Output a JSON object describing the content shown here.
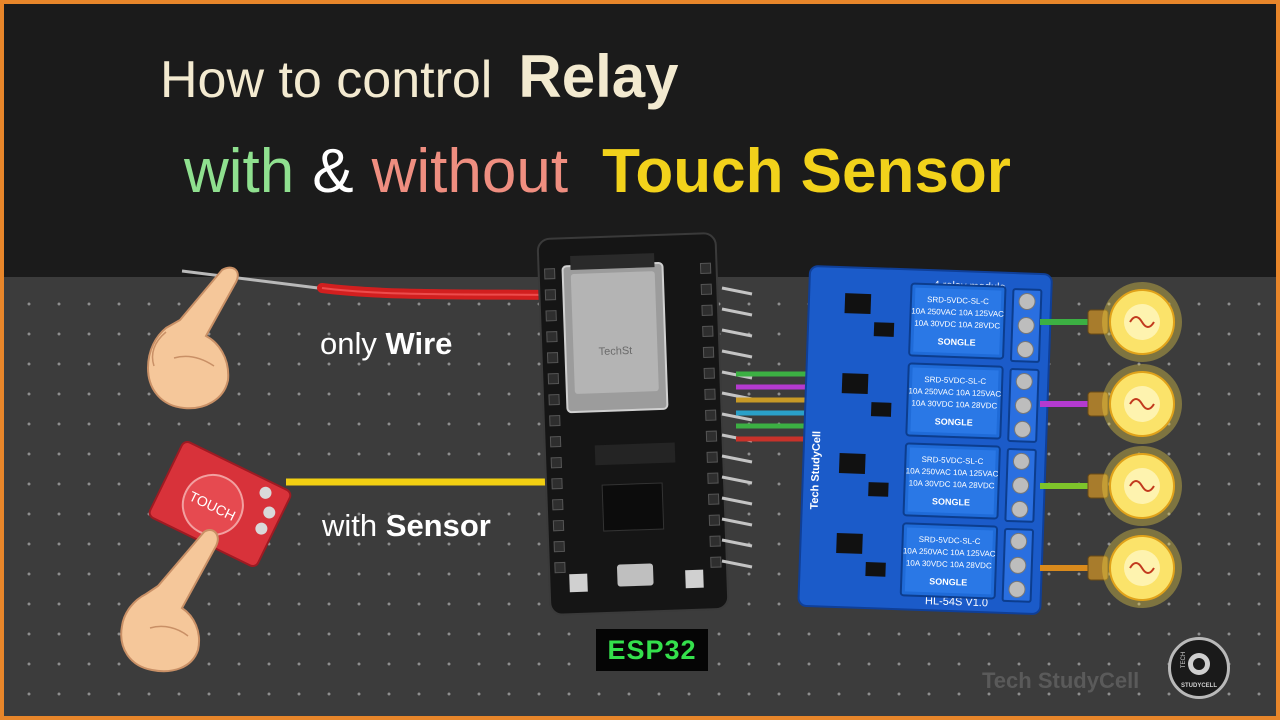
{
  "title": {
    "line1_text": "How to control",
    "line1_emph": "Relay",
    "line2_with": "with",
    "line2_amp": "&",
    "line2_without": "without",
    "line2_emph": "Touch Sensor"
  },
  "labels": {
    "wire_plain": "only",
    "wire_bold": "Wire",
    "sensor_plain": "with",
    "sensor_bold": "Sensor"
  },
  "board": {
    "name": "ESP32",
    "module_text": "TechSt"
  },
  "sensor": {
    "pad_text": "TOUCH"
  },
  "relay": {
    "header_text": "4 relay module",
    "brand_text": "Tech StudyCell",
    "model_text": "HL-54S V1.0",
    "relay_lines": [
      "SRD-5VDC-SL-C",
      "10A 250VAC  10A 125VAC",
      "10A 30VDC  10A 28VDC"
    ],
    "relay_brand": "SONGLE"
  },
  "branding": {
    "watermark": "Tech StudyCell",
    "logo_top": "TECH",
    "logo_bottom": "STUDYCELL"
  },
  "colors": {
    "frame": "#e8862a",
    "title_white": "#f3ead0",
    "with": "#8fe08f",
    "without": "#ef8e80",
    "touch_sensor": "#f2d21b",
    "esp_label": "#34e04c",
    "relay_board": "#1b5bc9",
    "wire_red": "#d21f1f",
    "wire_yellow": "#f2cf12"
  },
  "jumper_colors": [
    "#3cb043",
    "#b43ad0",
    "#c89a26",
    "#2aa0c8",
    "#3cb043",
    "#c8322a"
  ],
  "bulb_wire_colors": [
    "#3cb043",
    "#b43ad0",
    "#7ec42a",
    "#d98a1c"
  ]
}
